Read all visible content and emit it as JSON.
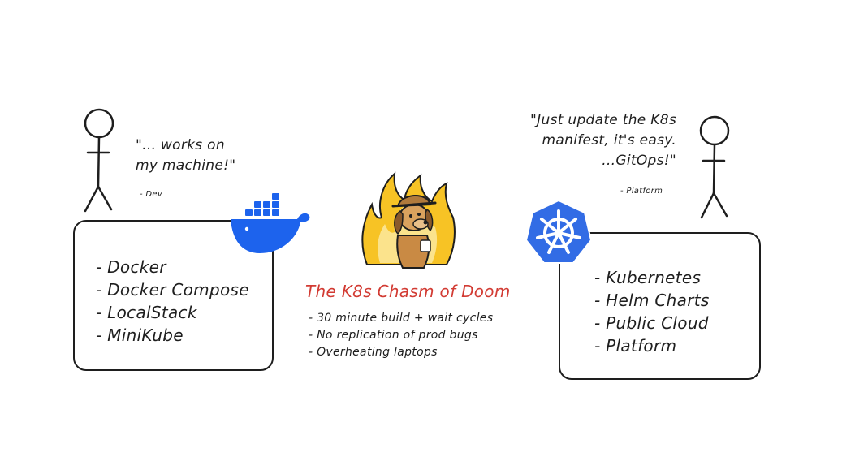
{
  "dev": {
    "quote_line1": "\"... works on",
    "quote_line2": "my machine!\"",
    "attribution": "- Dev",
    "items": [
      "- Docker",
      "- Docker Compose",
      "- LocalStack",
      "- MiniKube"
    ],
    "logo_icon": "docker-whale-icon",
    "logo_color": "#1d63ed"
  },
  "platform": {
    "quote_line1": "\"Just update the K8s",
    "quote_line2": "manifest, it's easy.",
    "quote_line3": "...GitOps!\"",
    "attribution": "- Platform",
    "items": [
      "- Kubernetes",
      "- Helm Charts",
      "- Public Cloud",
      "- Platform"
    ],
    "logo_icon": "kubernetes-helm-icon",
    "logo_color": "#326ce5"
  },
  "chasm": {
    "title": "The K8s Chasm of Doom",
    "title_color": "#d23b33",
    "items": [
      "- 30 minute build + wait cycles",
      "- No replication of prod bugs",
      "- Overheating laptops"
    ],
    "illustration_icon": "dog-in-fire-icon"
  }
}
